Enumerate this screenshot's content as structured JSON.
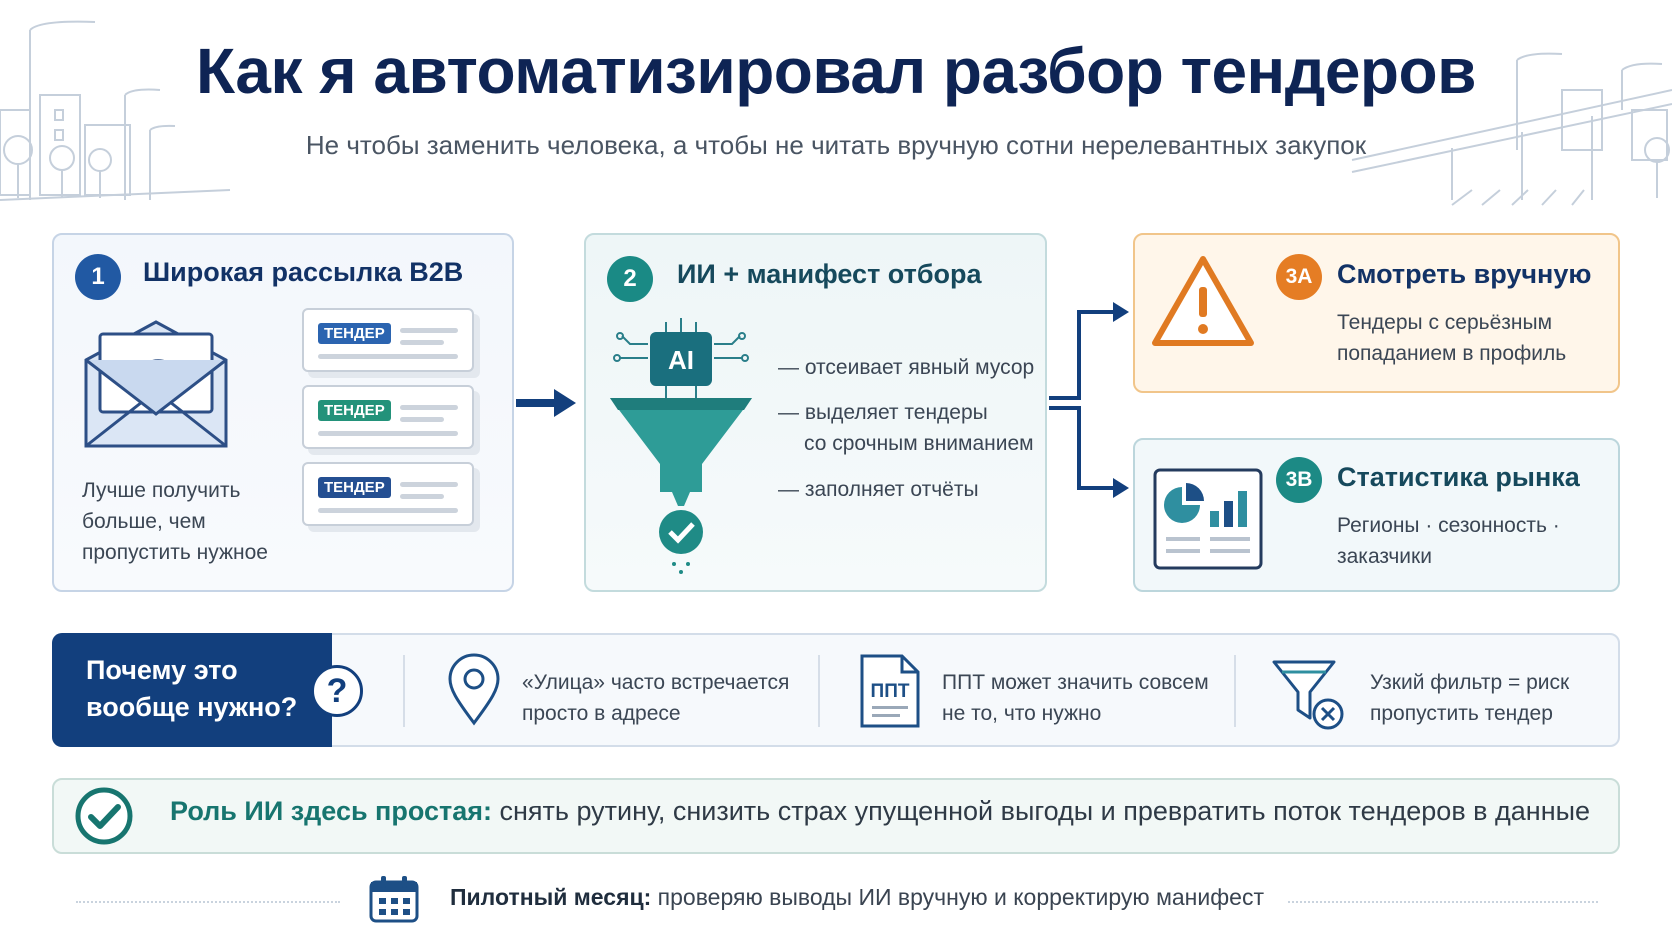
{
  "header": {
    "title": "Как я автоматизировал разбор тендеров",
    "subtitle": "Не чтобы заменить человека, а чтобы не читать вручную сотни нерелевантных закупок"
  },
  "step1": {
    "number": "1",
    "title": "Широкая рассылка B2B",
    "email_symbol": "@",
    "tender_label": "ТЕНДЕР",
    "caption_lines": [
      "Лучше получить",
      "больше, чем",
      "пропустить нужное"
    ]
  },
  "step2": {
    "number": "2",
    "title": "ИИ + манифест отбора",
    "chip_label": "AI",
    "points": [
      "— отсеивает явный мусор",
      "— выделяет тендеры",
      "со срочным вниманием",
      "— заполняет отчёты"
    ]
  },
  "step3a": {
    "number": "3A",
    "title": "Смотреть вручную",
    "lines": [
      "Тендеры с серьёзным",
      "попаданием в профиль"
    ]
  },
  "step3b": {
    "number": "3B",
    "title": "Статистика рынка",
    "lines": [
      "Регионы · сезонность ·",
      "заказчики"
    ]
  },
  "why": {
    "heading_lines": [
      "Почему это",
      "вообще нужно?"
    ],
    "question_mark": "?",
    "items": [
      {
        "lines": [
          "«Улица» часто встречается",
          "просто в адресе"
        ]
      },
      {
        "doc_label": "ППТ",
        "lines": [
          "ППТ может значить совсем",
          "не то, что нужно"
        ]
      },
      {
        "lines": [
          "Узкий фильтр = риск",
          "пропустить тендер"
        ]
      }
    ]
  },
  "role": {
    "strong": "Роль ИИ здесь простая:",
    "text": " снять рутину, снизить страх упущенной выгоды и превратить поток тендеров в данные"
  },
  "pilot": {
    "strong": "Пилотный месяц:",
    "text": " проверяю выводы ИИ вручную и корректирую манифест"
  },
  "colors": {
    "navy": "#0e2454",
    "blue": "#2159a3",
    "teal": "#1a8a85",
    "orange": "#e57d24"
  }
}
